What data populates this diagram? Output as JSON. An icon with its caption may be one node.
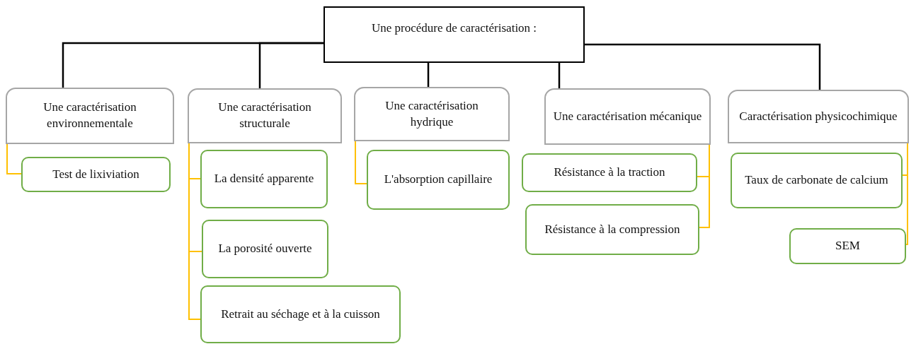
{
  "diagram": {
    "nodes": [
      {
        "text": [
          "Une procédure de caractérisation :"
        ]
      },
      {
        "text": [
          "Une caractérisation environnementale"
        ]
      },
      {
        "text": [
          "Une caractérisation structurale"
        ]
      },
      {
        "text": [
          "Une caractérisation hydrique"
        ]
      },
      {
        "text": [
          "Une caractérisation mécanique"
        ]
      },
      {
        "text": [
          "Caractérisation physicochimique"
        ]
      },
      {
        "text": [
          "Test de lixiviation"
        ]
      },
      {
        "text": [
          "La densité apparente"
        ]
      },
      {
        "text": [
          "La porosité ouverte"
        ]
      },
      {
        "text": [
          "Retrait au séchage et à la cuisson"
        ]
      },
      {
        "text": [
          "L'absorption capillaire"
        ]
      },
      {
        "text": [
          "Résistance à la traction"
        ]
      },
      {
        "text": [
          "Résistance à la compression"
        ]
      },
      {
        "text": [
          "Taux de carbonate de calcium"
        ]
      },
      {
        "text": [
          "SEM"
        ]
      }
    ],
    "edges": [
      {
        "from": 0,
        "to": 1,
        "arrow": "none",
        "color": "#000000"
      },
      {
        "from": 0,
        "to": 2,
        "arrow": "none",
        "color": "#000000"
      },
      {
        "from": 0,
        "to": 3,
        "arrow": "none",
        "color": "#000000"
      },
      {
        "from": 0,
        "to": 4,
        "arrow": "none",
        "color": "#000000"
      },
      {
        "from": 0,
        "to": 5,
        "arrow": "none",
        "color": "#000000"
      },
      {
        "from": 1,
        "to": 6,
        "arrow": "none"
      },
      {
        "from": 2,
        "to": 7,
        "arrow": "none"
      },
      {
        "from": 2,
        "to": 8,
        "arrow": "none"
      },
      {
        "from": 2,
        "to": 9,
        "arrow": "none"
      },
      {
        "from": 3,
        "to": 10,
        "arrow": "none"
      },
      {
        "from": 4,
        "to": 11,
        "arrow": "none"
      },
      {
        "from": 4,
        "to": 12,
        "arrow": "none"
      },
      {
        "from": 5,
        "to": 13,
        "arrow": "none"
      },
      {
        "from": 5,
        "to": 14,
        "arrow": "none"
      }
    ]
  }
}
